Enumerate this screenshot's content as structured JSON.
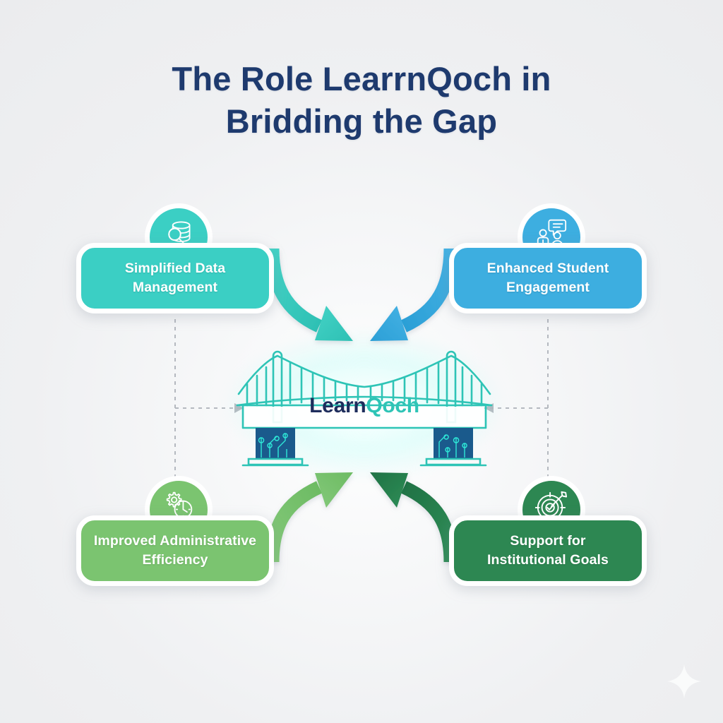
{
  "title": {
    "line1": "The Role LearrnQoch in",
    "line2": "Bridding the Gap",
    "color": "#1e3a6e"
  },
  "center": {
    "name": "LearnQoch",
    "logo_part1": "Learn",
    "logo_part2": "Qoch",
    "icon": "suspension-bridge-icon",
    "stroke_color": "#2ec4b6",
    "pillar_color": "#1a5a8c",
    "logo_part1_color": "#1e2d5c",
    "logo_part2_color": "#2ec4b6"
  },
  "background": {
    "color": "#f3f4f6",
    "sparkle_icon": "sparkle-icon",
    "sparkle_color": "#fafbfb"
  },
  "cards": [
    {
      "id": "simplified-data-management",
      "line1": "Simplified Data",
      "line2": "Management",
      "color": "#3bcfc4",
      "icon": "database-search-icon",
      "position": "top-left",
      "arrow_color": "#3bcfc4",
      "arrow_direction": "down-right"
    },
    {
      "id": "enhanced-student-engagement",
      "line1": "Enhanced Student",
      "line2": "Engagement",
      "color": "#3daee0",
      "icon": "people-chat-icon",
      "position": "top-right",
      "arrow_color": "#3daee0",
      "arrow_direction": "down-left"
    },
    {
      "id": "improved-administrative-efficiency",
      "line1": "Improved Administrative",
      "line2": "Efficiency",
      "color": "#7bc470",
      "icon": "gear-clock-icon",
      "position": "bottom-left",
      "arrow_color": "#7bc470",
      "arrow_direction": "up-right"
    },
    {
      "id": "support-for-institutional-goals",
      "line1": "Support for",
      "line2": "Institutional Goals",
      "color": "#2d8752",
      "icon": "target-dart-icon",
      "position": "bottom-right",
      "arrow_color": "#2d8752",
      "arrow_direction": "up-left"
    }
  ],
  "connectors": {
    "style": "dashed",
    "color": "#a9aeb6",
    "arrowheads": 2
  }
}
